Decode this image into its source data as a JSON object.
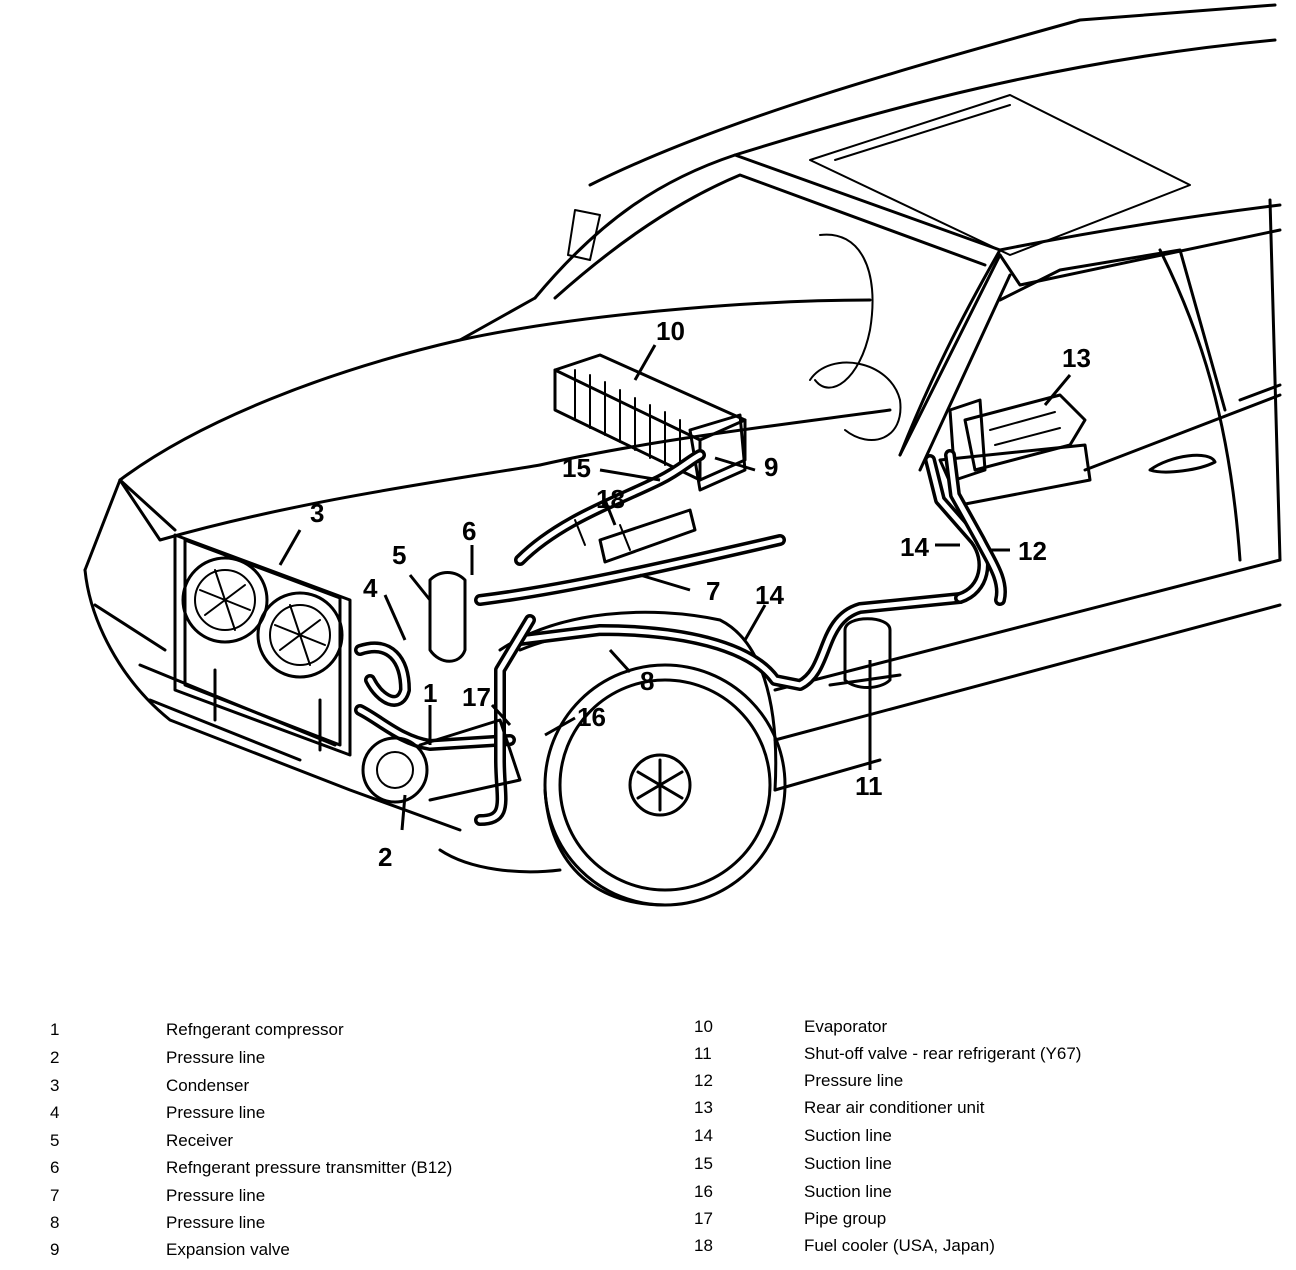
{
  "diagram": {
    "callouts": [
      "1",
      "2",
      "3",
      "4",
      "5",
      "6",
      "7",
      "8",
      "9",
      "10",
      "11",
      "12",
      "13",
      "14",
      "14",
      "15",
      "16",
      "17",
      "18"
    ]
  },
  "legend": {
    "left": [
      {
        "num": "1",
        "label": "Refngerant compressor"
      },
      {
        "num": "2",
        "label": "Pressure line"
      },
      {
        "num": "3",
        "label": "Condenser"
      },
      {
        "num": "4",
        "label": "Pressure line"
      },
      {
        "num": "5",
        "label": "Receiver"
      },
      {
        "num": "6",
        "label": "Refngerant pressure transmitter (B12)"
      },
      {
        "num": "7",
        "label": "Pressure line"
      },
      {
        "num": "8",
        "label": "Pressure line"
      },
      {
        "num": "9",
        "label": "Expansion valve"
      }
    ],
    "right": [
      {
        "num": "10",
        "label": "Evaporator"
      },
      {
        "num": "11",
        "label": "Shut-off valve - rear refrigerant (Y67)"
      },
      {
        "num": "12",
        "label": "Pressure line"
      },
      {
        "num": "13",
        "label": "Rear air conditioner unit"
      },
      {
        "num": "14",
        "label": "Suction line"
      },
      {
        "num": "15",
        "label": "Suction line"
      },
      {
        "num": "16",
        "label": "Suction line"
      },
      {
        "num": "17",
        "label": "Pipe group"
      },
      {
        "num": "18",
        "label": "Fuel cooler (USA, Japan)"
      }
    ]
  }
}
